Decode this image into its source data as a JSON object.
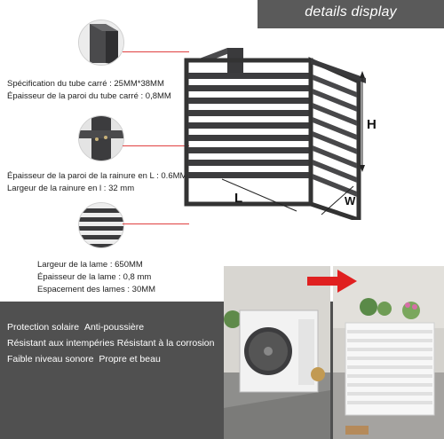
{
  "header": {
    "title": "details display"
  },
  "specs": {
    "tube_spec": "Spécification du tube carré : 25MM*38MM",
    "tube_wall": "Épaisseur de la paroi du tube carré : 0,8MM",
    "groove_wall": "Épaisseur de la paroi de la rainure en L : 0.6MM",
    "groove_width": "Largeur de la rainure en l : 32 mm",
    "blade_width": "Largeur de la lame : 650MM",
    "blade_thickness": "Épaisseur de la lame : 0,8 mm",
    "blade_spacing": "Espacement des lames : 30MM"
  },
  "dimensions": {
    "height": "H",
    "length": "L",
    "width": "W"
  },
  "features": {
    "line1_a": "Protection solaire",
    "line1_b": "Anti-poussière",
    "line2_a": "Résistant aux intempéries",
    "line2_b": "Résistant à la corrosion",
    "line3_a": "Faible niveau sonore",
    "line3_b": "Propre et beau"
  },
  "colors": {
    "frame": "#3a3a3c",
    "accent_red": "#e02020",
    "banner": "#5a5a5a",
    "band": "#505050"
  },
  "icons": [
    "arrow-right-icon"
  ]
}
